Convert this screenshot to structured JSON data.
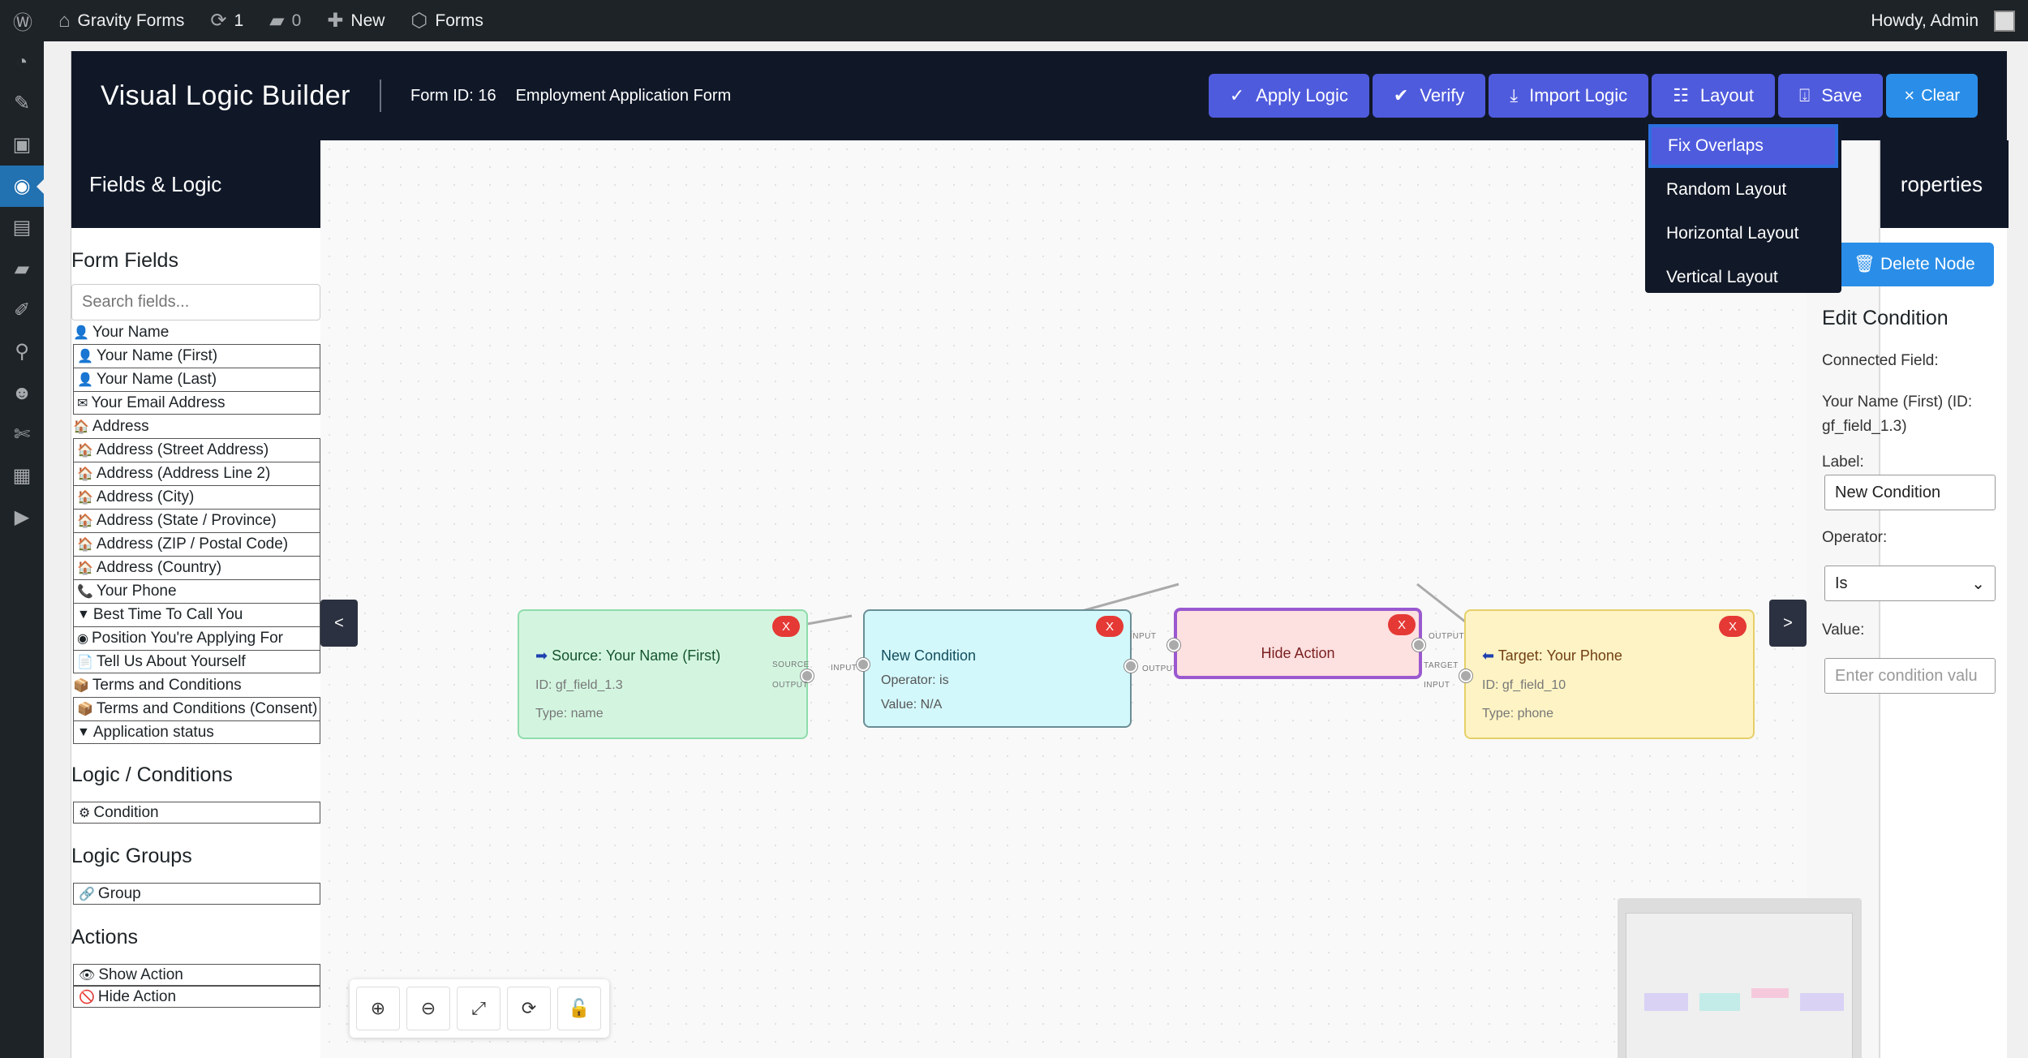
{
  "admin_bar": {
    "site_name": "Gravity Forms",
    "updates": "1",
    "comments": "0",
    "new_label": "New",
    "forms_label": "Forms",
    "howdy": "Howdy, Admin"
  },
  "header": {
    "title": "Visual Logic Builder",
    "form_id": "Form ID: 16",
    "form_name": "Employment Application Form"
  },
  "toolbar": {
    "apply": "Apply Logic",
    "verify": "Verify",
    "import": "Import Logic",
    "layout": "Layout",
    "save": "Save",
    "clear": "Clear"
  },
  "layout_menu": [
    "Fix Overlaps",
    "Random Layout",
    "Horizontal Layout",
    "Vertical Layout"
  ],
  "left_panel": {
    "header": "Fields & Logic",
    "form_fields_title": "Form Fields",
    "search_placeholder": "Search fields...",
    "fields": [
      {
        "label": "Your Name",
        "icon": "👤",
        "kind": "group"
      },
      {
        "label": "Your Name (First)",
        "icon": "👤",
        "kind": "sub"
      },
      {
        "label": "Your Name (Last)",
        "icon": "👤",
        "kind": "sub"
      },
      {
        "label": "Your Email Address",
        "icon": "✉",
        "kind": "sub"
      },
      {
        "label": "Address",
        "icon": "🏠",
        "kind": "group"
      },
      {
        "label": "Address (Street Address)",
        "icon": "🏠",
        "kind": "sub"
      },
      {
        "label": "Address (Address Line 2)",
        "icon": "🏠",
        "kind": "sub"
      },
      {
        "label": "Address (City)",
        "icon": "🏠",
        "kind": "sub"
      },
      {
        "label": "Address (State / Province)",
        "icon": "🏠",
        "kind": "sub"
      },
      {
        "label": "Address (ZIP / Postal Code)",
        "icon": "🏠",
        "kind": "sub"
      },
      {
        "label": "Address (Country)",
        "icon": "🏠",
        "kind": "sub"
      },
      {
        "label": "Your Phone",
        "icon": "📞",
        "kind": "sub"
      },
      {
        "label": "Best Time To Call You",
        "icon": "▼",
        "kind": "sub"
      },
      {
        "label": "Position You're Applying For",
        "icon": "◉",
        "kind": "sub"
      },
      {
        "label": "Tell Us About Yourself",
        "icon": "📄",
        "kind": "sub"
      },
      {
        "label": "Terms and Conditions",
        "icon": "📦",
        "kind": "group"
      },
      {
        "label": "Terms and Conditions (Consent)",
        "icon": "📦",
        "kind": "sub"
      },
      {
        "label": "Application status",
        "icon": "▼",
        "kind": "sub"
      }
    ],
    "logic_title": "Logic / Conditions",
    "logic_items": [
      {
        "label": "Condition",
        "icon": "⚙"
      }
    ],
    "groups_title": "Logic Groups",
    "group_items": [
      {
        "label": "Group",
        "icon": "🔗"
      }
    ],
    "actions_title": "Actions",
    "action_items": [
      {
        "label": "Show Action",
        "icon": "👁"
      },
      {
        "label": "Hide Action",
        "icon": "🚫"
      }
    ]
  },
  "canvas": {
    "collapse_left": "<",
    "collapse_right": ">",
    "nodes": {
      "source": {
        "title": "Source: Your Name (First)",
        "id": "ID: gf_field_1.3",
        "type": "Type: name",
        "icon": "➡"
      },
      "condition": {
        "title": "New Condition",
        "operator": "Operator: is",
        "value": "Value: N/A"
      },
      "hide": {
        "title": "Hide Action"
      },
      "target": {
        "title": "Target: Your Phone",
        "id": "ID: gf_field_10",
        "type": "Type: phone",
        "icon": "⬅"
      }
    },
    "delete_label": "X",
    "port_labels": {
      "source": "SOURCE",
      "output": "OUTPUT",
      "input": "INPUT",
      "target": "TARGET"
    }
  },
  "right_panel": {
    "header": "roperties",
    "delete_node": "Delete Node",
    "edit_title": "Edit Condition",
    "connected_label": "Connected Field:",
    "connected_value": "Your Name (First) (ID: gf_field_1.3)",
    "label_label": "Label:",
    "label_value": "New Condition",
    "operator_label": "Operator:",
    "operator_value": "Is",
    "value_label": "Value:",
    "value_placeholder": "Enter condition valu"
  },
  "colors": {
    "toolbar_button": "#4f5bdd",
    "clear_button": "#2a8ee8",
    "header_bg": "#101828",
    "source_node": "#d3f5e0",
    "condition_node": "#d3f8fb",
    "hide_node": "#fde0e0",
    "target_node": "#fdf3c4"
  }
}
